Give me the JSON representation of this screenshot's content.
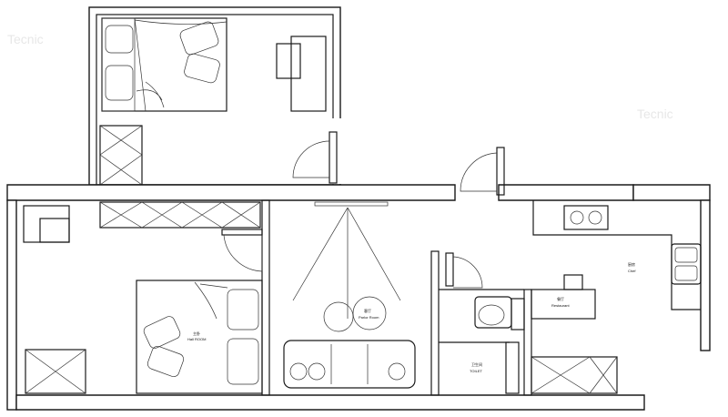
{
  "rooms": {
    "master_bedroom": {
      "zh": "主卧",
      "en": "Hall ROOM"
    },
    "parlor": {
      "zh": "客厅",
      "en": "Parlor Room"
    },
    "kitchen": {
      "zh": "厨房",
      "en": "Chef"
    },
    "dining": {
      "zh": "餐厅",
      "en": "Restaurant"
    },
    "toilet": {
      "zh": "卫生间",
      "en": "TOILET"
    }
  },
  "watermark": "Tecnic"
}
